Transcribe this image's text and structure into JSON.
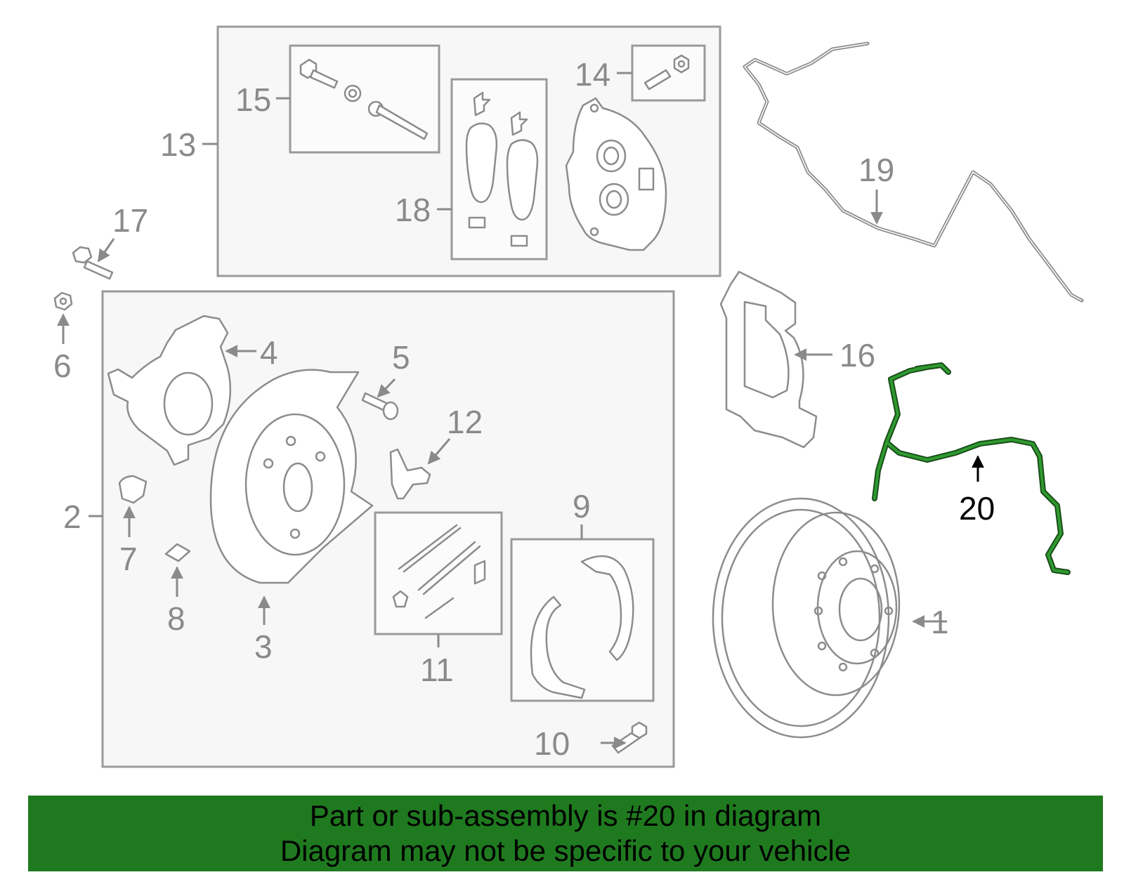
{
  "diagram": {
    "callouts": {
      "c1": "1",
      "c2": "2",
      "c3": "3",
      "c4": "4",
      "c5": "5",
      "c6": "6",
      "c7": "7",
      "c8": "8",
      "c9": "9",
      "c10": "10",
      "c11": "11",
      "c12": "12",
      "c13": "13",
      "c14": "14",
      "c15": "15",
      "c16": "16",
      "c17": "17",
      "c18": "18",
      "c19": "19",
      "c20": "20"
    },
    "highlighted_part": "20",
    "highlight_color": "#1f7a1f"
  },
  "banner": {
    "line1": "Part or sub-assembly is #20 in diagram",
    "line2": "Diagram may not be specific to your vehicle",
    "background": "#1f7a1f"
  }
}
